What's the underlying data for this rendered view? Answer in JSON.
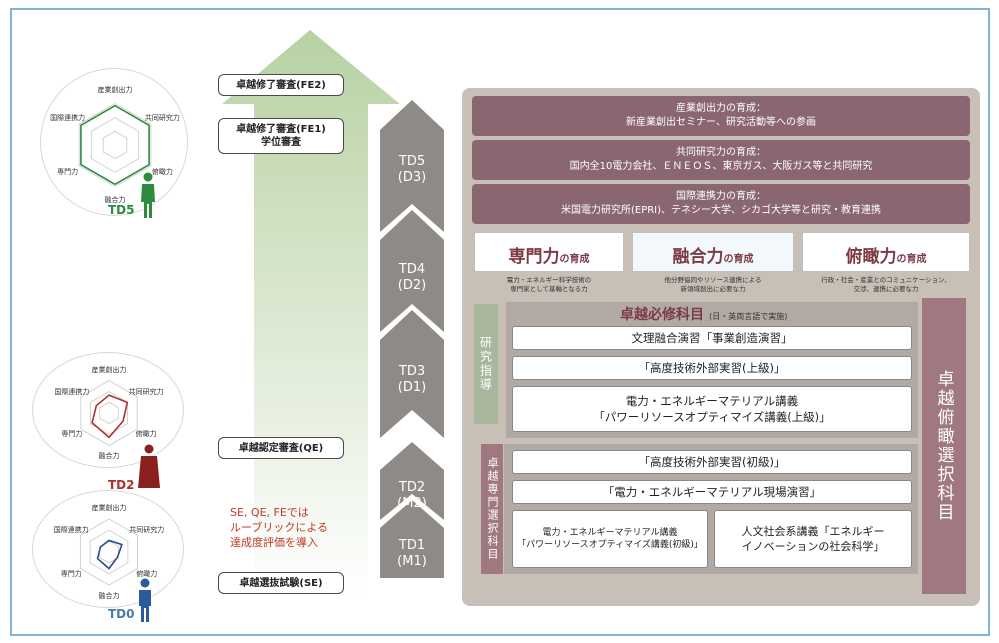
{
  "radars": [
    {
      "label": "TD5",
      "axes": [
        "産業創出力",
        "共同研究力",
        "俯瞰力",
        "融合力",
        "専門力",
        "国際連携力"
      ],
      "color": "#2e8b3e",
      "levels": [
        0.95,
        0.95,
        0.95,
        0.95,
        0.95,
        0.95
      ]
    },
    {
      "label": "TD2",
      "axes": [
        "産業創出力",
        "共同研究力",
        "俯瞰力",
        "融合力",
        "専門力",
        "国際連携力"
      ],
      "color": "#b03030",
      "levels": [
        0.55,
        0.65,
        0.5,
        0.75,
        0.6,
        0.45
      ]
    },
    {
      "label": "TD0",
      "axes": [
        "産業創出力",
        "共同研究力",
        "俯瞰力",
        "融合力",
        "専門力",
        "国際連携力"
      ],
      "color": "#2b4e8c",
      "levels": [
        0.35,
        0.45,
        0.3,
        0.5,
        0.4,
        0.3
      ]
    }
  ],
  "reviews": {
    "fe2": "卓越修了審査(FE2)",
    "fe1_line1": "卓越修了審査(FE1)",
    "fe1_line2": "学位審査",
    "qe": "卓越認定審査(QE)",
    "se": "卓越選抜試験(SE)"
  },
  "note": [
    "SE, QE, FEでは",
    "ルーブリックによる",
    "達成度評価を導入"
  ],
  "stages": [
    {
      "line1": "TD5",
      "line2": "(D3)"
    },
    {
      "line1": "TD4",
      "line2": "(D2)"
    },
    {
      "line1": "TD3",
      "line2": "(D1)"
    },
    {
      "line1": "TD2",
      "line2": "(M2)"
    },
    {
      "line1": "TD1",
      "line2": "(M1)"
    }
  ],
  "bands": [
    {
      "line1": "産業創出力の育成：",
      "line2": "新産業創出セミナー、研究活動等への参画"
    },
    {
      "line1": "共同研究力の育成：",
      "line2": "国内全10電力会社、ＥＮＥＯＳ、東京ガス、大阪ガス等と共同研究"
    },
    {
      "line1": "国際連携力の育成：",
      "line2": "米国電力研究所(EPRI)、テネシー大学、シカゴ大学等と研究・教育連携"
    }
  ],
  "skills": [
    {
      "big": "専門力",
      "small": "の育成",
      "desc1": "電力・エネルギー科学技術の",
      "desc2": "専門家として基軸となる力"
    },
    {
      "big": "融合力",
      "small": "の育成",
      "desc1": "他分野協同やリソース連携による",
      "desc2": "新領域創出に必要な力"
    },
    {
      "big": "俯瞰力",
      "small": "の育成",
      "desc1": "行政・社会・産業とのコミュニケーション、",
      "desc2": "交渉、連携に必要な力"
    }
  ],
  "required": {
    "title": "卓越必修科目",
    "title_note": "(日・英両言語で実施)",
    "courses": [
      "文理融合演習「事業創造演習」",
      "「高度技術外部実習(上級)」"
    ],
    "course3_line1": "電力・エネルギーマテリアル講義",
    "course3_line2": "「パワーリソースオプティマイズ講義(上級)」"
  },
  "research_label": "研究指導",
  "specialty_label": "卓越専門選択科目",
  "elective_label": "卓越俯瞰選択科目",
  "specialty": {
    "course1": "「高度技術外部実習(初級)」",
    "course2": "「電力・エネルギーマテリアル現場演習」",
    "course3_line1": "電力・エネルギーマテリアル講義",
    "course3_line2": "「パワーリソースオプティマイズ講義(初級)」",
    "course4_line1": "人文社会系講義「エネルギー",
    "course4_line2": "イノベーションの社会科学」"
  },
  "colors": {
    "band": "#8a6770",
    "panel_bg": "#c8bfb6",
    "stage": "#8e8a86",
    "accent": "#7b3a46"
  }
}
